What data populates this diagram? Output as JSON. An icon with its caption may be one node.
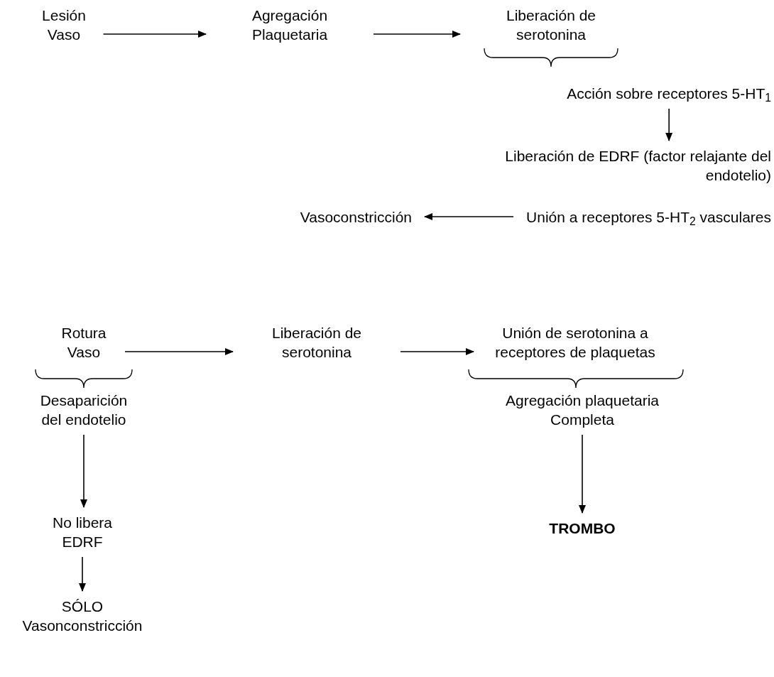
{
  "diagram": {
    "nodes": [
      {
        "text": [
          "Lesión Vaso"
        ]
      },
      {
        "text": [
          "Agregación Plaquetaria"
        ]
      },
      {
        "text": [
          "Liberación de serotonina"
        ]
      },
      {
        "text": [
          "Acción sobre receptores 5-HT$_{1}$"
        ]
      },
      {
        "text": [
          "Liberación de EDRF (factor relajante del endotelio)"
        ]
      },
      {
        "text": [
          "Unión a receptores 5-HT$_{2}$ vasculares"
        ]
      },
      {
        "text": [
          "Vasoconstricción"
        ]
      },
      {
        "text": [
          "Rotura Vaso"
        ]
      },
      {
        "text": [
          "Liberación de serotonina"
        ]
      },
      {
        "text": [
          "Unión de serotonina a receptores de plaquetas"
        ]
      },
      {
        "text": [
          "Desaparición del endotelio"
        ]
      },
      {
        "text": [
          "Agregación plaquetaria Completa"
        ]
      },
      {
        "text": [
          "No libera EDRF"
        ]
      },
      {
        "text": [
          "TROMBO"
        ]
      },
      {
        "text": [
          "SÓLO Vasonconstricción"
        ]
      }
    ],
    "edges": [
      {
        "from": 0,
        "to": 1,
        "arrow": "to"
      },
      {
        "from": 1,
        "to": 2,
        "arrow": "to"
      },
      {
        "from": 3,
        "to": 4,
        "arrow": "to"
      },
      {
        "from": 5,
        "to": 6,
        "arrow": "to"
      },
      {
        "from": 7,
        "to": 8,
        "arrow": "to"
      },
      {
        "from": 8,
        "to": 9,
        "arrow": "to"
      },
      {
        "from": 10,
        "to": 12,
        "arrow": "to"
      },
      {
        "from": 12,
        "to": 14,
        "arrow": "to"
      },
      {
        "from": 11,
        "to": 13,
        "arrow": "to"
      }
    ]
  }
}
